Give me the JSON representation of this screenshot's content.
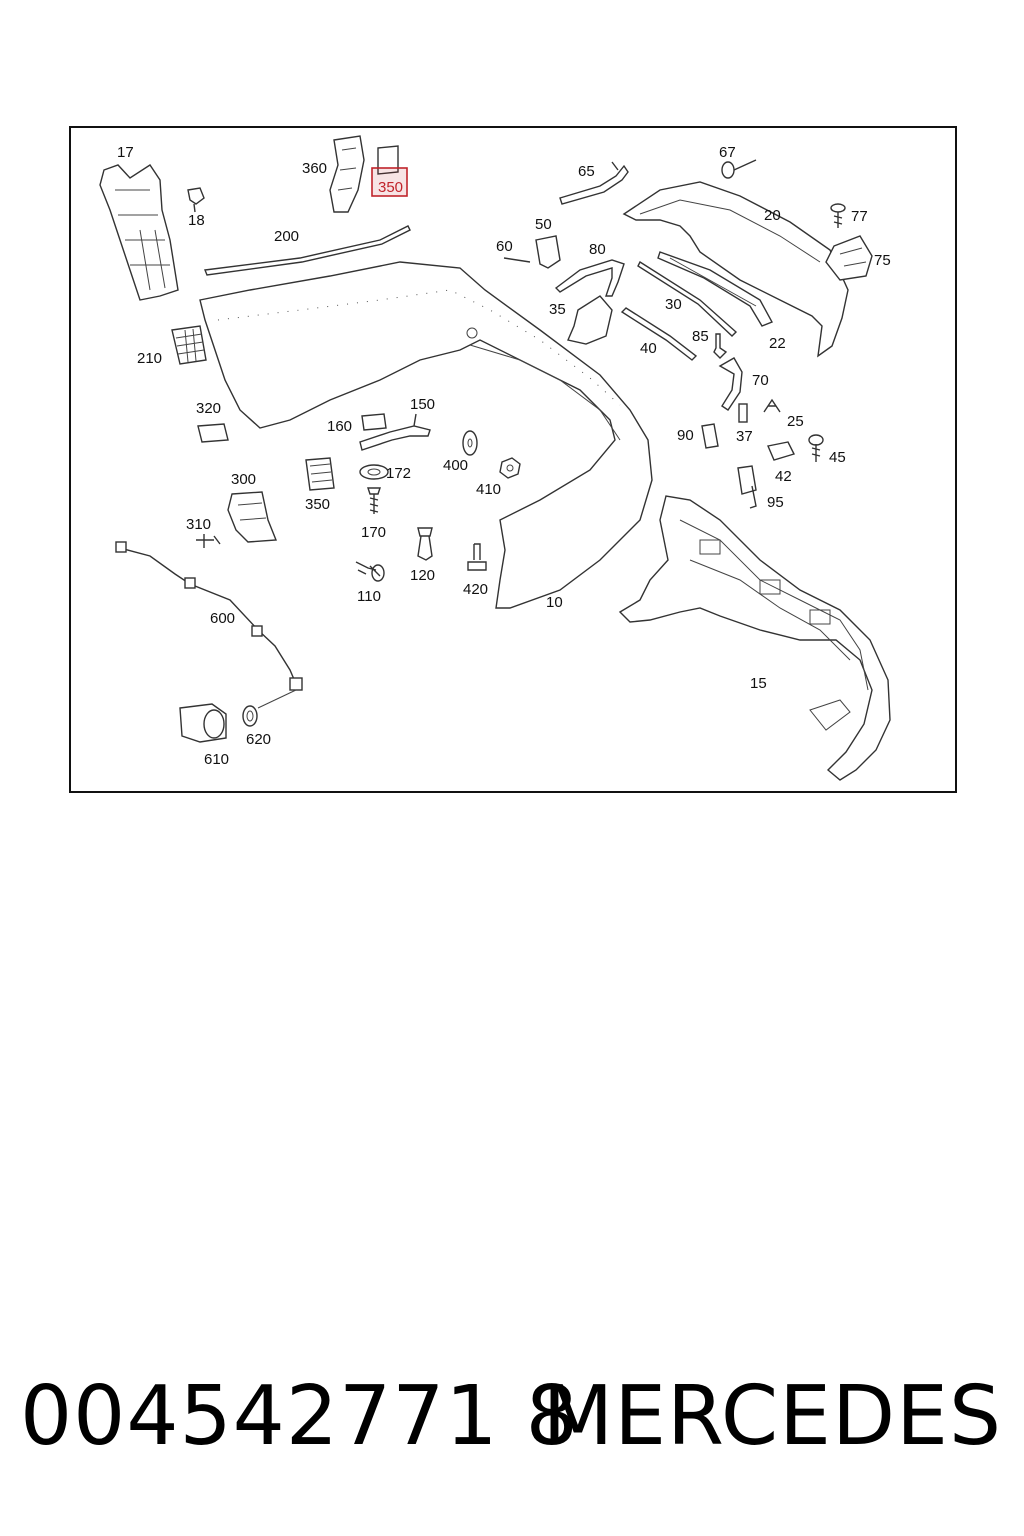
{
  "diagram": {
    "labels": {
      "p17": "17",
      "p18": "18",
      "p360": "360",
      "p350_highlight": "350",
      "p200": "200",
      "p210": "210",
      "p320": "320",
      "p300": "300",
      "p310": "310",
      "p600": "600",
      "p610": "610",
      "p620": "620",
      "p350": "350",
      "p160": "160",
      "p150": "150",
      "p172": "172",
      "p170": "170",
      "p120": "120",
      "p110": "110",
      "p400": "400",
      "p410": "410",
      "p420": "420",
      "p10": "10",
      "p65": "65",
      "p67": "67",
      "p20": "20",
      "p77": "77",
      "p75": "75",
      "p60": "60",
      "p50": "50",
      "p80": "80",
      "p35": "35",
      "p30": "30",
      "p40": "40",
      "p85": "85",
      "p22": "22",
      "p70": "70",
      "p25": "25",
      "p90": "90",
      "p37": "37",
      "p45": "45",
      "p42": "42",
      "p95": "95",
      "p15": "15"
    },
    "highlight_color": "#c0242b"
  },
  "footer": {
    "part_number": "004542771 8",
    "brand": "MERCEDES"
  }
}
